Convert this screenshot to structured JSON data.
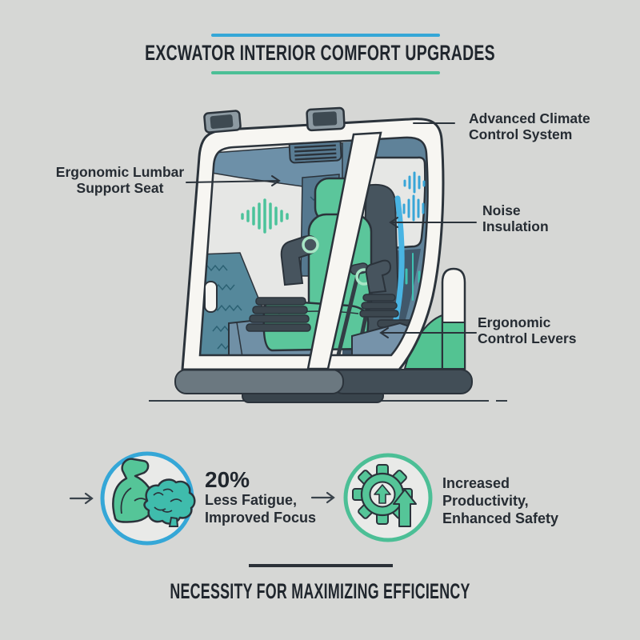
{
  "page": {
    "background": "#d6d7d5",
    "text_color": "#262c33"
  },
  "header": {
    "title": "EXCWATOR INTERIOR COMFORT UPGRADES",
    "top_rule_color": "#35a7d7",
    "bottom_rule_color": "#4cbf96"
  },
  "diagram": {
    "name": "excavator-cab-interior-cutaway",
    "callouts": [
      {
        "id": "climate",
        "line1": "Advanced Climate",
        "line2": "Control System",
        "connector": "plain-line"
      },
      {
        "id": "lumbar",
        "line1": "Ergonomic Lumbar",
        "line2": "Support Seat",
        "connector": "arrow-right"
      },
      {
        "id": "noise",
        "line1": "Noise",
        "line2": "Insulation",
        "connector": "arrow-left"
      },
      {
        "id": "levers",
        "line1": "Ergonomic",
        "line2": "Control Levers",
        "connector": "arrow-left"
      }
    ],
    "icons": [
      "roof-camera-icon",
      "climate-vent-icon",
      "sound-wave-icon-green",
      "sound-wave-icon-blue",
      "sound-wave-icon-teal",
      "joystick-icon"
    ],
    "colors": {
      "cab_body": "#f7f6f2",
      "outline": "#2b333b",
      "interior_panel": "#5f8299",
      "seat_green": "#5bc69b",
      "seat_blue_accent": "#49b4e3",
      "sound_wave_green": "#4cc39b",
      "sound_wave_blue": "#38a6d8",
      "sound_wave_teal": "#3ec2b2",
      "track_light": "#6b7880",
      "track_dark": "#424e57"
    }
  },
  "benefits": {
    "left": {
      "icon": "muscle-and-brain",
      "ring_color": "#35a7d7",
      "stat": "20%",
      "line1": "Less Fatigue,",
      "line2": "Improved Focus"
    },
    "right": {
      "icon": "gear-with-up-arrows",
      "ring_color": "#4cbf96",
      "line1": "Increased",
      "line2": "Productivity,",
      "line3": "Enhanced Safety"
    }
  },
  "footer": {
    "title": "NECESSITY FOR MAXIMIZING EFFICIENCY"
  }
}
